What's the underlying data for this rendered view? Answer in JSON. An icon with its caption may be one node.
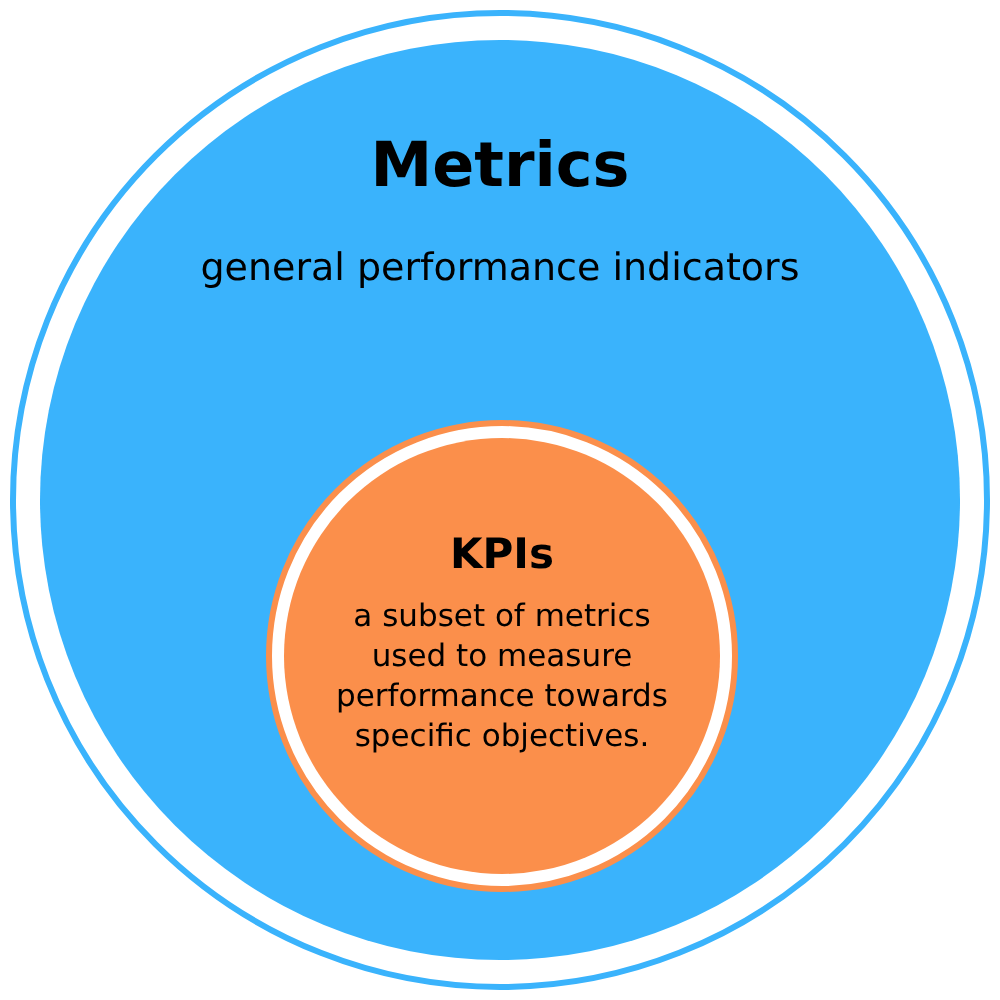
{
  "diagram": {
    "nodes": [
      {
        "text": [
          "Metrics",
          "general performance indicators"
        ]
      },
      {
        "text": [
          "KPIs",
          "a subset of metrics used to measure performance towards specific objectives."
        ],
        "in": 0
      }
    ]
  }
}
